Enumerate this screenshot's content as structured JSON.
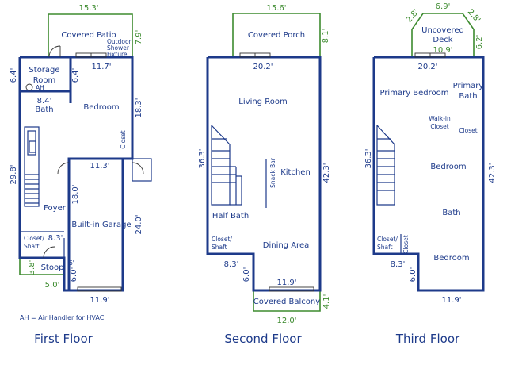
{
  "colors": {
    "wall": "#1d3a8a",
    "exterior": "#3d8b2f",
    "text": "#1d3a8a"
  },
  "floors": {
    "first": {
      "title": "First Floor",
      "rooms": {
        "covered_patio": "Covered Patio",
        "outdoor_shower": [
          "Outdoor",
          "Shower",
          "Fixture"
        ],
        "storage_room": [
          "Storage",
          "Room"
        ],
        "ah": "AH",
        "bath": "Bath",
        "bedroom": "Bedroom",
        "closet": "Closet",
        "foyer": "Foyer",
        "garage": "Built-in Garage",
        "closet_shaft": [
          "Closet/",
          "Shaft"
        ],
        "stoop": "Stoop"
      },
      "dims": {
        "patio_width": "15.3'",
        "patio_depth": "7.9'",
        "patio_inner": "11.7'",
        "storage_left": "6.4'",
        "storage_right": "6.4'",
        "bath_width": "8.4'",
        "bedroom_depth": "18.3'",
        "overall_depth": "29.8'",
        "garage_width": "11.3'",
        "garage_depth_inner": "18.0'",
        "garage_depth": "24.0'",
        "closet_width": "8.3'",
        "stoop_depth": "3.8'",
        "stoop_width": "5.0'",
        "offset_6": "6.0'",
        "offset_small": "6'",
        "bottom_width": "11.9'"
      },
      "legend": "AH = Air Handler for HVAC"
    },
    "second": {
      "title": "Second Floor",
      "rooms": {
        "covered_porch": "Covered Porch",
        "living_room": "Living Room",
        "kitchen": "Kitchen",
        "snack_bar": "Snack Bar",
        "half_bath": "Half Bath",
        "closet_shaft": [
          "Closet/",
          "Shaft"
        ],
        "dining_area": "Dining Area",
        "covered_balcony": "Covered Balcony"
      },
      "dims": {
        "porch_width": "15.6'",
        "porch_depth": "8.1'",
        "top_width": "20.2'",
        "left_depth": "36.3'",
        "right_depth": "42.3'",
        "closet_width": "8.3'",
        "offset_6": "6.0'",
        "balcony_inner": "11.9'",
        "balcony_depth": "4.1'",
        "balcony_width": "12.0'"
      }
    },
    "third": {
      "title": "Third Floor",
      "rooms": {
        "uncovered_deck": [
          "Uncovered",
          "Deck"
        ],
        "primary_bedroom": "Primary Bedroom",
        "primary_bath": [
          "Primary",
          "Bath"
        ],
        "walk_in_closet": [
          "Walk-in",
          "Closet"
        ],
        "closet": "Closet",
        "bedroom_mid": "Bedroom",
        "bath": "Bath",
        "bedroom_bottom": "Bedroom",
        "closet_shaft": [
          "Closet/",
          "Shaft"
        ],
        "closet_vertical": "Closet"
      },
      "dims": {
        "deck_top": "6.9'",
        "deck_left": "2.8'",
        "deck_right": "2.8'",
        "deck_depth": "6.2'",
        "deck_inner": "10.9'",
        "top_width": "20.2'",
        "left_depth": "36.3'",
        "right_depth": "42.3'",
        "closet_width": "8.3'",
        "offset_6": "6.0'",
        "bottom_width": "11.9'"
      }
    }
  }
}
